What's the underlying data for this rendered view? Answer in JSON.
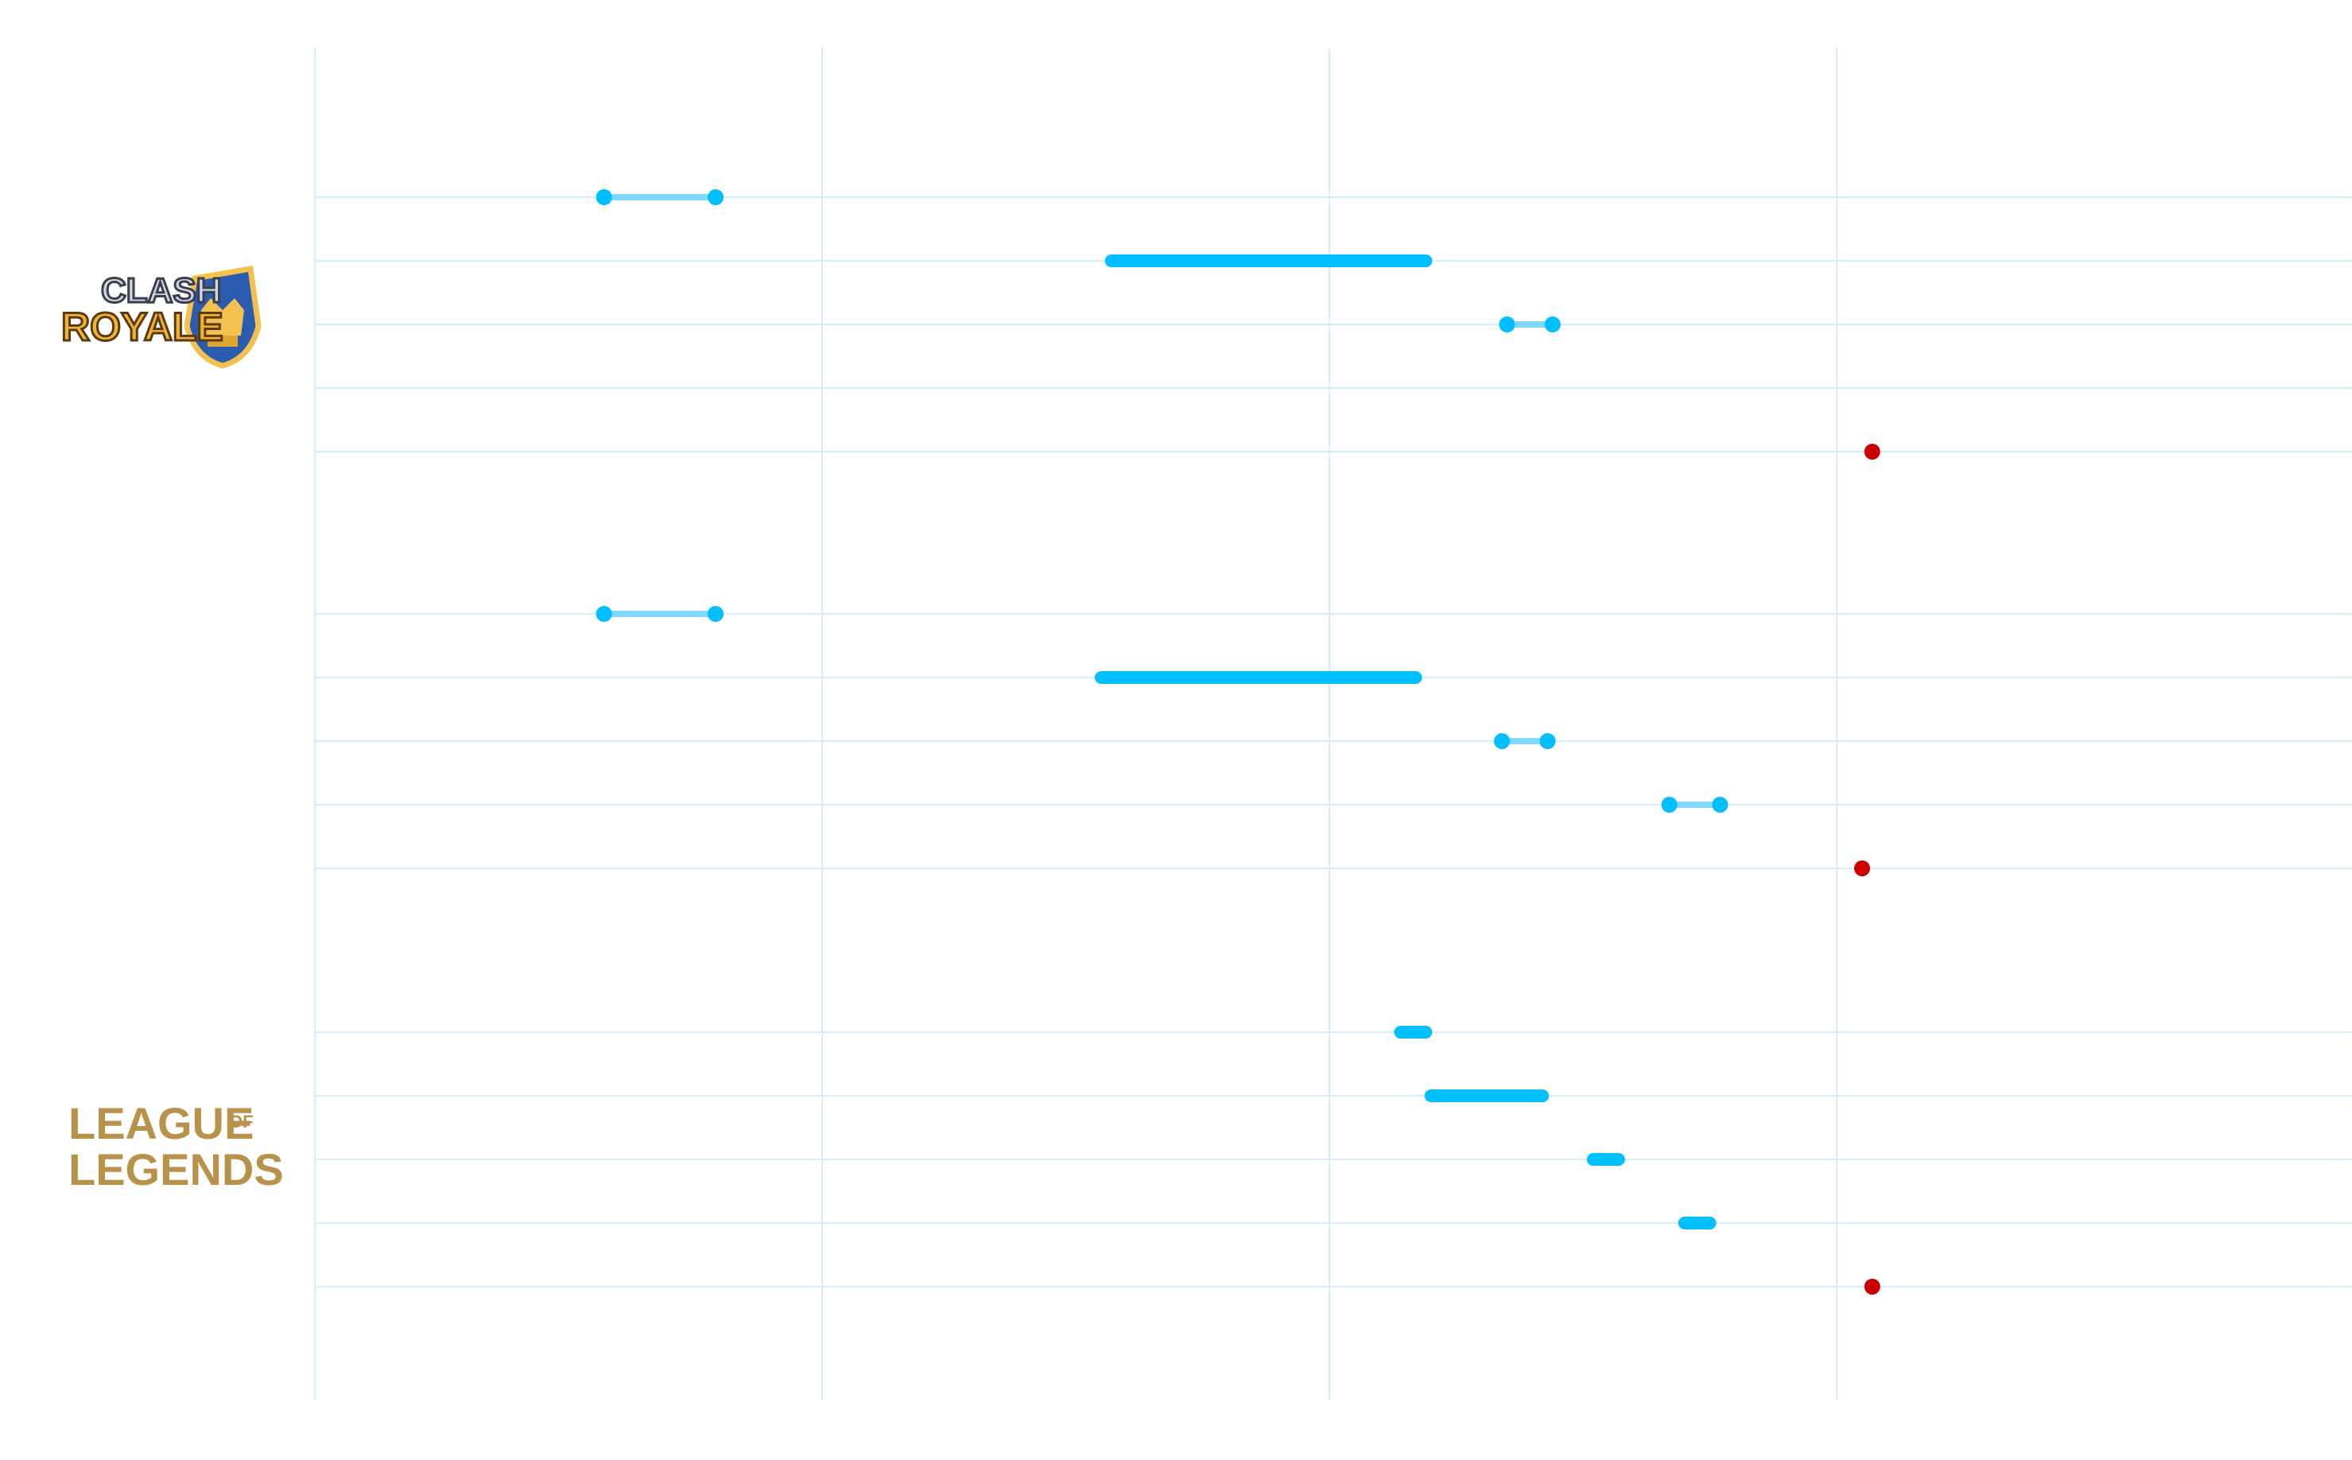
{
  "colors": {
    "background": "#ffffff",
    "grid": "#d6eef8",
    "bar": "#00bfff",
    "connector": "#7fd8fb",
    "event_dot": "#cc0000",
    "logo_gold": "#b8914a",
    "logo_gold_light": "#e6c27a",
    "clash_shield": "#2a5db0"
  },
  "logos": {
    "clash_royale": {
      "line1": "CLASH",
      "line2": "ROYALE",
      "icon": "crown-shield-icon"
    },
    "league_of_legends": {
      "line1": "LEAGUE",
      "line1_small": "OF",
      "line2": "LEGENDS"
    }
  },
  "chart_data": {
    "type": "gantt",
    "x_scale": "unlabeled",
    "xlim": [
      0,
      400
    ],
    "vertical_gridlines": [
      0,
      100,
      200,
      300
    ],
    "grid": true,
    "axis_labels_visible": false,
    "groups": [
      {
        "name": "Clash Royale",
        "rows": [
          {
            "start": 57,
            "end": 79,
            "style": "dumbbell"
          },
          {
            "start": 157,
            "end": 219,
            "style": "bar"
          },
          {
            "start": 235,
            "end": 244,
            "style": "dumbbell"
          },
          {
            "style": "empty"
          },
          {
            "at": 307,
            "style": "event"
          }
        ]
      },
      {
        "name": "",
        "rows": [
          {
            "start": 57,
            "end": 79,
            "style": "dumbbell"
          },
          {
            "start": 155,
            "end": 217,
            "style": "bar"
          },
          {
            "start": 234,
            "end": 243,
            "style": "dumbbell"
          },
          {
            "start": 267,
            "end": 277,
            "style": "dumbbell"
          },
          {
            "at": 305,
            "style": "event"
          }
        ]
      },
      {
        "name": "League of Legends",
        "rows": [
          {
            "start": 214,
            "end": 219,
            "style": "bar"
          },
          {
            "start": 220,
            "end": 242,
            "style": "bar"
          },
          {
            "start": 252,
            "end": 257,
            "style": "bar"
          },
          {
            "start": 270,
            "end": 275,
            "style": "bar"
          },
          {
            "at": 307,
            "style": "event"
          }
        ]
      }
    ]
  }
}
